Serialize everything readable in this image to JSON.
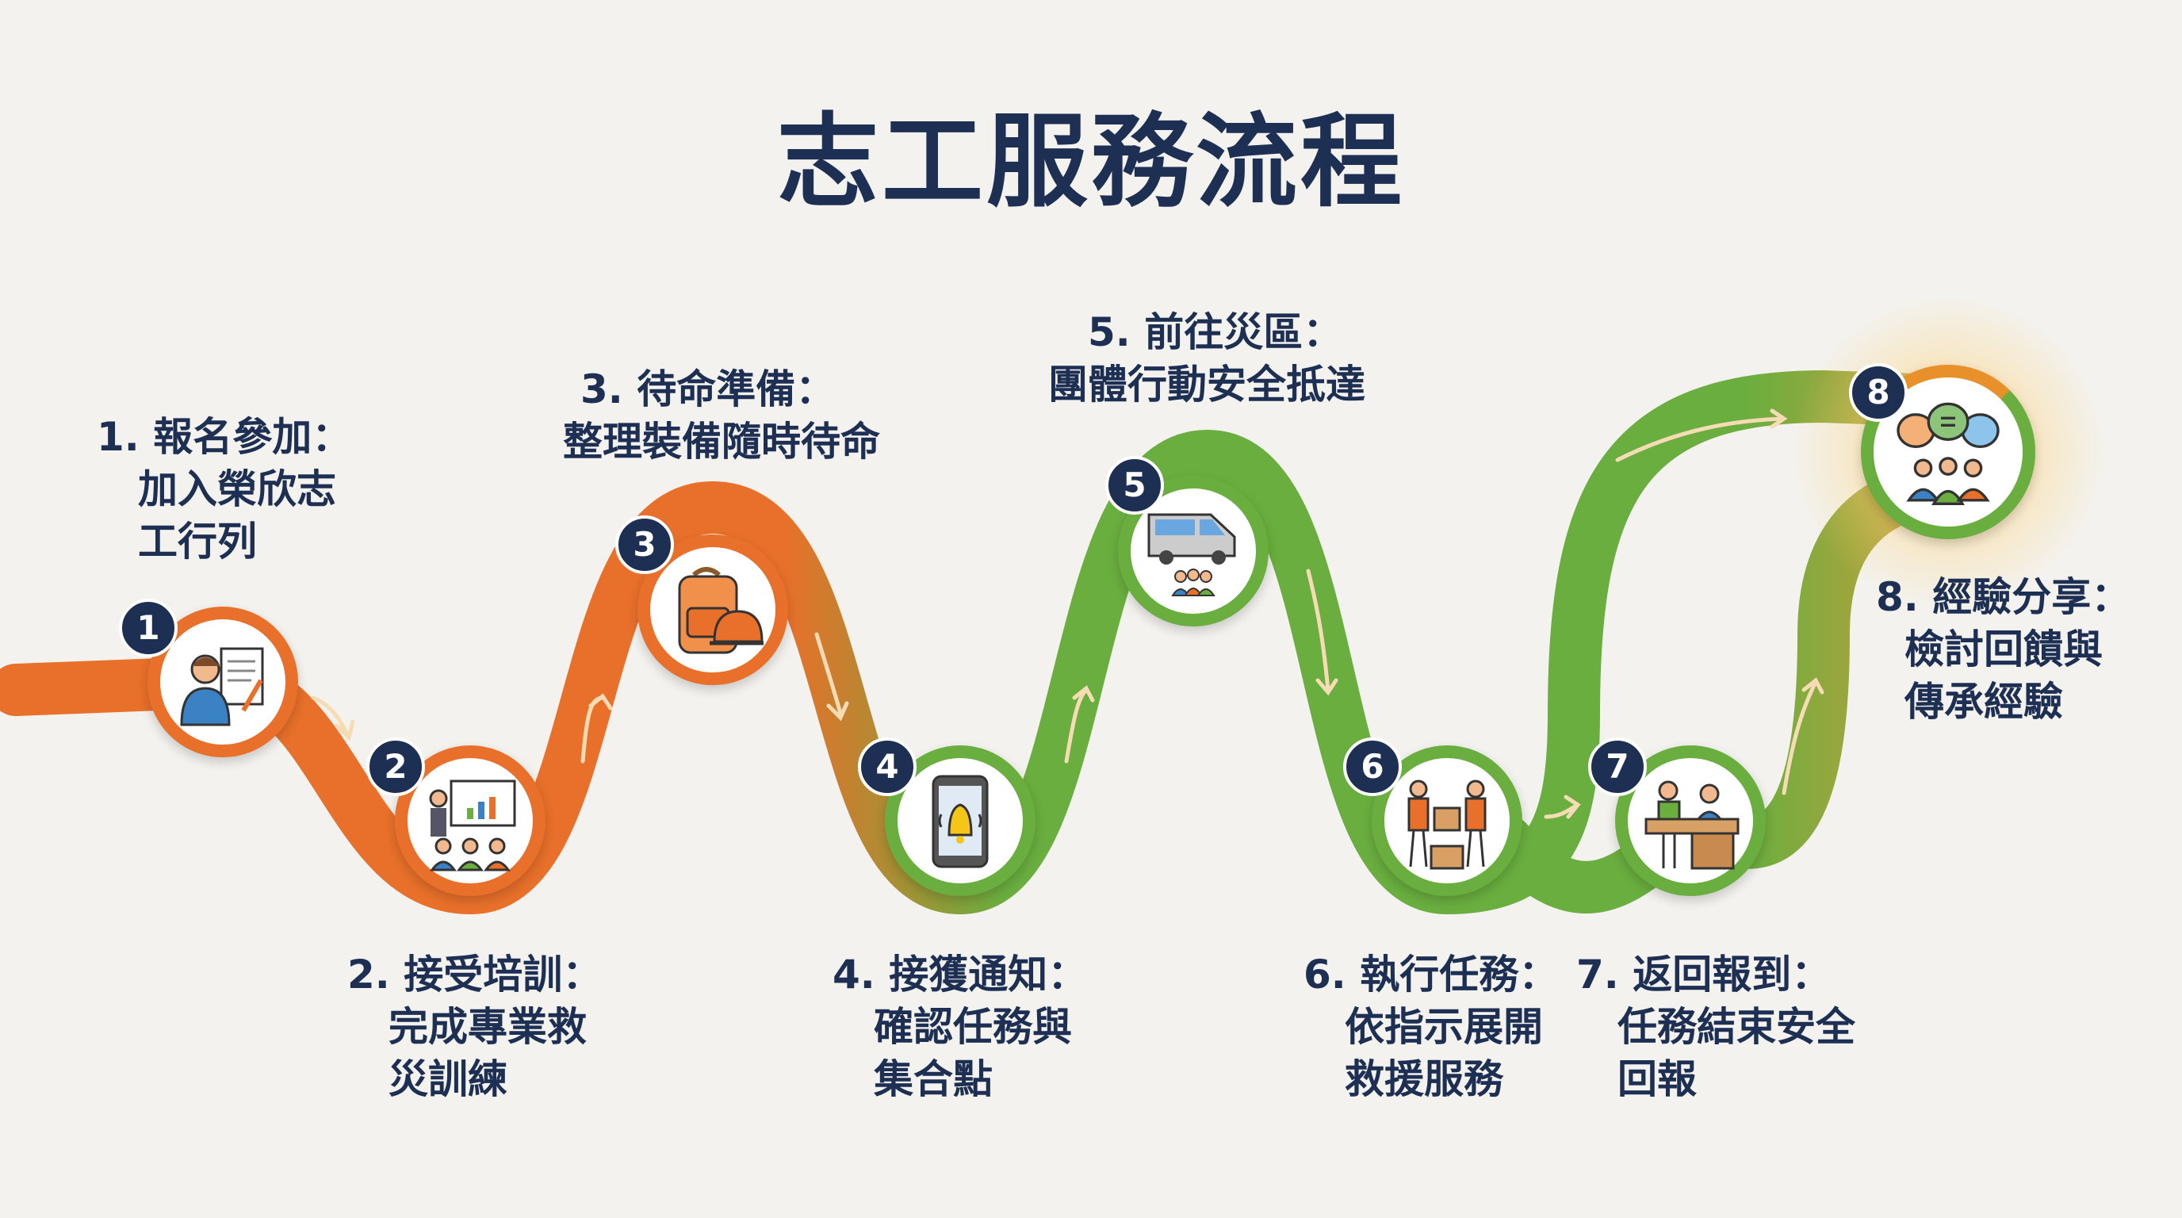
{
  "title": "志工服務流程",
  "colors": {
    "orange": "#e8702a",
    "green": "#6aae3f",
    "navy": "#1d2f52"
  },
  "steps": [
    {
      "num": "1",
      "title": "1. 報名參加：",
      "lines": [
        "加入榮欣志",
        "工行列"
      ],
      "icon": "volunteer-signup-icon"
    },
    {
      "num": "2",
      "title": "2. 接受培訓：",
      "lines": [
        "完成專業救",
        "災訓練"
      ],
      "icon": "training-presentation-icon"
    },
    {
      "num": "3",
      "title": "3. 待命準備：",
      "lines": [
        "整理裝備隨時待命"
      ],
      "icon": "backpack-helmet-icon"
    },
    {
      "num": "4",
      "title": "4. 接獲通知：",
      "lines": [
        "確認任務與",
        "集合點"
      ],
      "icon": "phone-alert-icon"
    },
    {
      "num": "5",
      "title": "5. 前往災區：",
      "lines": [
        "團體行動安全抵達"
      ],
      "icon": "van-group-icon"
    },
    {
      "num": "6",
      "title": "6. 執行任務：",
      "lines": [
        "依指示展開",
        "救援服務"
      ],
      "icon": "relief-workers-icon"
    },
    {
      "num": "7",
      "title": "7. 返回報到：",
      "lines": [
        "任務結束安全",
        "回報"
      ],
      "icon": "checkin-desk-icon"
    },
    {
      "num": "8",
      "title": "8. 經驗分享：",
      "lines": [
        "檢討回饋與",
        "傳承經驗"
      ],
      "icon": "discussion-icon"
    }
  ]
}
